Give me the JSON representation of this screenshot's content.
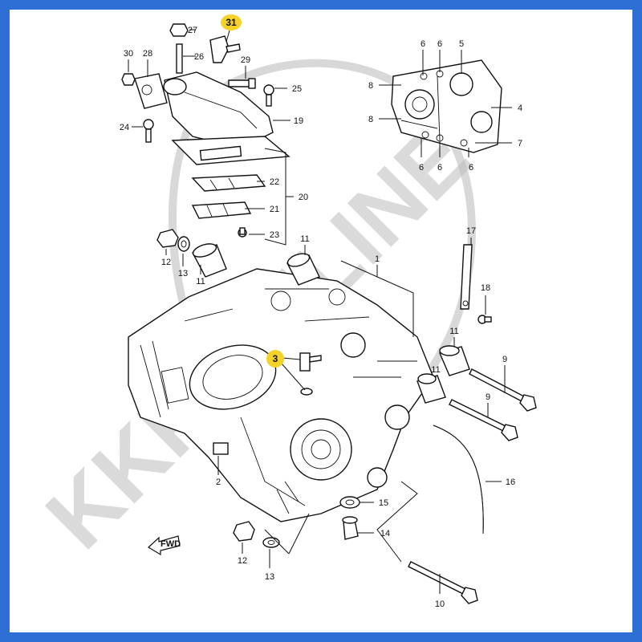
{
  "watermark": {
    "text": "KKP ONLINE",
    "color": "#bdbdbd"
  },
  "border_color": "#2e6fd6",
  "highlight_color": "#f5d22a",
  "fwd_label": "FWD",
  "callouts": [
    {
      "id": "31",
      "label": "31",
      "highlight": true
    },
    {
      "id": "27",
      "label": "27"
    },
    {
      "id": "30",
      "label": "30"
    },
    {
      "id": "28",
      "label": "28"
    },
    {
      "id": "26",
      "label": "26"
    },
    {
      "id": "29",
      "label": "29"
    },
    {
      "id": "25",
      "label": "25"
    },
    {
      "id": "24",
      "label": "24"
    },
    {
      "id": "19",
      "label": "19"
    },
    {
      "id": "22",
      "label": "22"
    },
    {
      "id": "20",
      "label": "20"
    },
    {
      "id": "21",
      "label": "21"
    },
    {
      "id": "23",
      "label": "23"
    },
    {
      "id": "6a",
      "label": "6"
    },
    {
      "id": "6b",
      "label": "6"
    },
    {
      "id": "5",
      "label": "5"
    },
    {
      "id": "8a",
      "label": "8"
    },
    {
      "id": "8b",
      "label": "8"
    },
    {
      "id": "4",
      "label": "4"
    },
    {
      "id": "7",
      "label": "7"
    },
    {
      "id": "6c",
      "label": "6"
    },
    {
      "id": "6d",
      "label": "6"
    },
    {
      "id": "6e",
      "label": "6"
    },
    {
      "id": "11a",
      "label": "11"
    },
    {
      "id": "12a",
      "label": "12"
    },
    {
      "id": "13a",
      "label": "13"
    },
    {
      "id": "11b",
      "label": "11"
    },
    {
      "id": "1",
      "label": "1"
    },
    {
      "id": "17",
      "label": "17"
    },
    {
      "id": "18",
      "label": "18"
    },
    {
      "id": "3",
      "label": "3",
      "highlight": true
    },
    {
      "id": "11c",
      "label": "11"
    },
    {
      "id": "9a",
      "label": "9"
    },
    {
      "id": "11d",
      "label": "11"
    },
    {
      "id": "9b",
      "label": "9"
    },
    {
      "id": "2",
      "label": "2"
    },
    {
      "id": "16",
      "label": "16"
    },
    {
      "id": "15",
      "label": "15"
    },
    {
      "id": "14",
      "label": "14"
    },
    {
      "id": "12b",
      "label": "12"
    },
    {
      "id": "13b",
      "label": "13"
    },
    {
      "id": "10",
      "label": "10"
    }
  ]
}
